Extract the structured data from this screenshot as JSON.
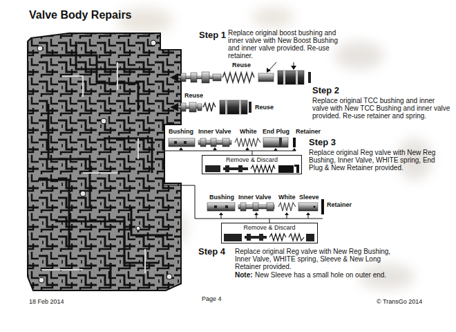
{
  "diagram": {
    "title": "Valve Body Repairs",
    "nodes": [
      {
        "text": [
          "Remove & Discard"
        ]
      },
      {
        "text": [
          "Remove & Discard"
        ]
      }
    ],
    "labels": [
      "Step 1",
      "Replace original boost bushing and inner valve with New Boost Bushing and inner valve provided. Re-use retainer.",
      "Reuse",
      "Step 2",
      "Replace original TCC bushing and inner valve with New TCC Bushing and inner valve provided. Re-use retainer and spring.",
      "Reuse",
      "Reuse",
      "Bushing",
      "Inner Valve",
      "White",
      "End Plug",
      "Retainer",
      "Step 3",
      "Replace original Reg valve with New Reg Bushing, Inner Valve, WHITE spring, End Plug & New Retainer provided.",
      "Bushing",
      "Inner Valve",
      "White",
      "Sleeve",
      "Retainer",
      "Step 4",
      "Replace original Reg valve with New Reg Bushing, Inner Valve, WHITE spring, Sleeve & New Long Retainer provided.",
      "Note:",
      "New Sleeve has a small hole on outer end.",
      "18 Feb 2014",
      "Page 4",
      "© TransGo 2014"
    ]
  }
}
